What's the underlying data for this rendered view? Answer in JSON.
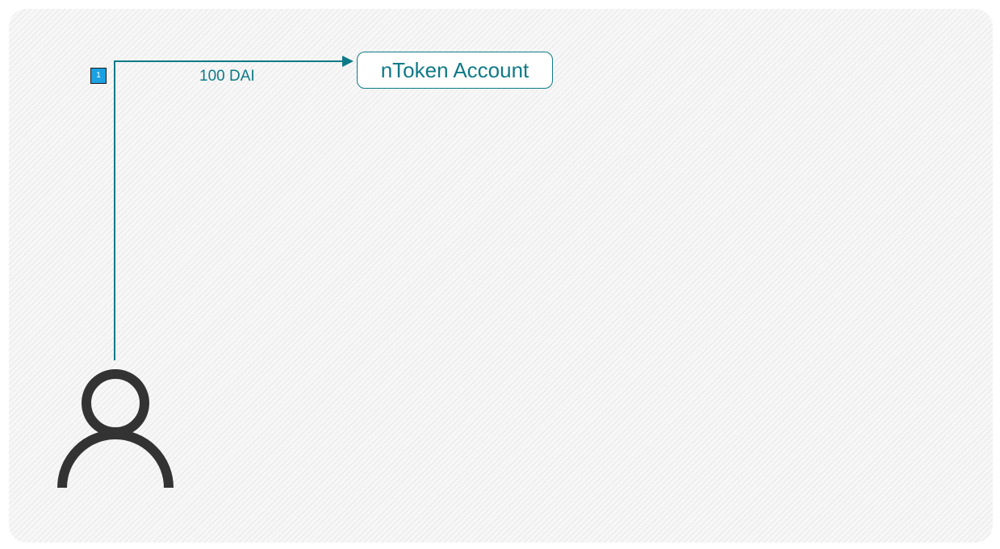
{
  "diagram": {
    "step_number": "1",
    "flow_label": "100 DAI",
    "account_label": "nToken Account"
  },
  "icons": {
    "user": "user-icon",
    "arrow": "arrow-head-icon"
  },
  "colors": {
    "flow": "#0e7a87",
    "badge": "#1ba1e2",
    "user_icon": "#333333"
  }
}
